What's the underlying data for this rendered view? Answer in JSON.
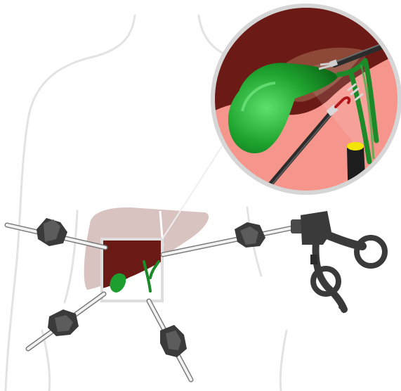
{
  "figure": {
    "subject": "laparoscopic-cholecystectomy",
    "parts": {
      "body": "torso-outline",
      "organs": [
        "liver",
        "gallbladder",
        "bile-ducts"
      ],
      "instruments": [
        "trocar-port-left",
        "trocar-port-lower-left",
        "trocar-port-lower-center",
        "trocar-port-right",
        "laparoscopic-grasper-handle",
        "clip-applier",
        "grasper-tip",
        "camera-scope"
      ],
      "callouts": [
        "operative-field-box",
        "magnified-inset"
      ]
    },
    "colors": {
      "liver": "#6b1a16",
      "liver_faded": "#c9a9a6",
      "gallbladder": "#1e9e2e",
      "gallbladder_highlight": "#4fd35f",
      "bile_duct": "#1c8a28",
      "peritoneum": "#f6948b",
      "instrument_dark": "#2b2b2b",
      "instrument_gray": "#8a8a8a",
      "shaft": "#e8e8e8",
      "clip": "#d8d8d8",
      "hook": "#b0171b",
      "camera_light": "#f2e600",
      "body_outline": "#e2e2e2"
    }
  }
}
